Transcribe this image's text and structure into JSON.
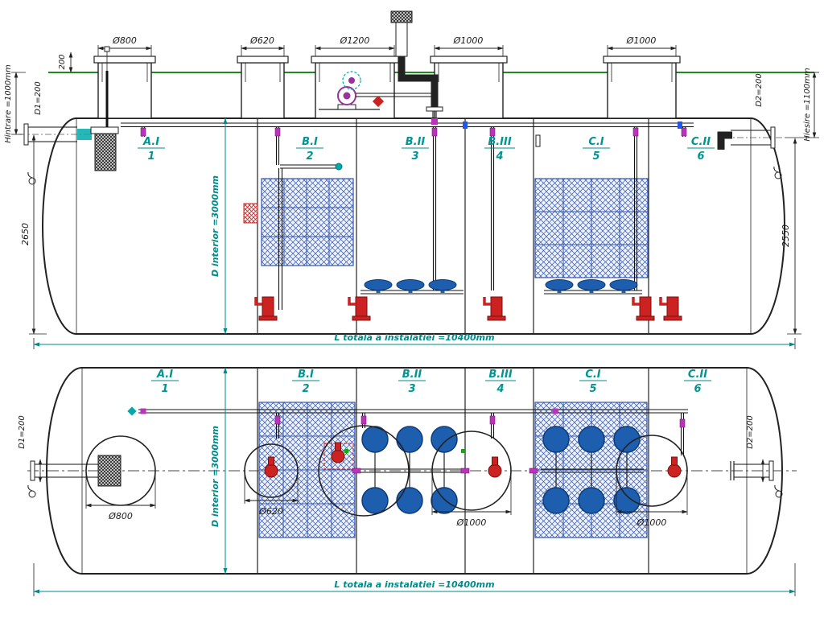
{
  "drawing": {
    "sections": [
      {
        "code": "A.I",
        "num": "1"
      },
      {
        "code": "B.I",
        "num": "2"
      },
      {
        "code": "B.II",
        "num": "3"
      },
      {
        "code": "B.III",
        "num": "4"
      },
      {
        "code": "C.I",
        "num": "5"
      },
      {
        "code": "C.II",
        "num": "6"
      }
    ],
    "side_view": {
      "manhole_dims": [
        "Ø800",
        "Ø620",
        "Ø1200",
        "Ø1000",
        "Ø1000"
      ],
      "dim_cover_height": "200",
      "dim_inlet_depth": "Hintrare =1000mm",
      "dim_inlet_diameter": "D1=200",
      "dim_outlet_diameter": "D2=200",
      "dim_outlet_depth": "Hiesire =1100mm",
      "dim_left_depth": "2650",
      "dim_right_depth": "2550",
      "dim_interior_diameter": "D interior =3000mm",
      "dim_total_length": "L totala a instalatiei =10400mm"
    },
    "plan_view": {
      "manhole_dims": [
        "Ø800",
        "Ø620",
        "Ø1000",
        "Ø1000"
      ],
      "dim_inlet_diameter": "D1=200",
      "dim_outlet_diameter": "D2=200",
      "dim_interior_diameter": "D interior =3000mm",
      "dim_total_length": "L totala a instalatiei =10400mm"
    },
    "colors": {
      "line": "#222222",
      "section_label": "#009595",
      "dim_teal": "#008b8b",
      "hatch_blue": "#3355b0",
      "diffuser_blue": "#1d5fae",
      "pump_red": "#cc2222",
      "pipe_magenta": "#bb33bb",
      "ground_green": "#007a00"
    }
  }
}
